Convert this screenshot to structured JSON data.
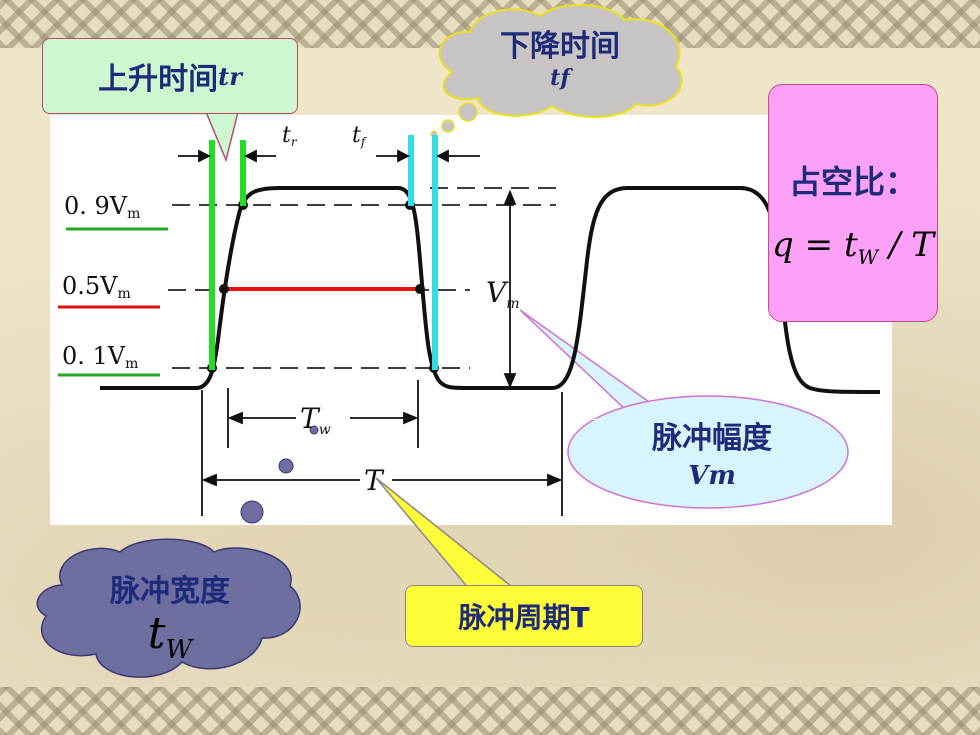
{
  "rise_time": {
    "label": "上升时间",
    "symbol": "tr"
  },
  "fall_time": {
    "label": "下降时间",
    "symbol": "tf"
  },
  "duty_cycle": {
    "label": "占空比：",
    "formula_lhs": "q",
    "formula_eq": "=",
    "formula_t": "t",
    "formula_sub": "W",
    "formula_rest": "/ T"
  },
  "amplitude": {
    "label": "脉冲幅度",
    "symbol": "Vm"
  },
  "pulse_width": {
    "label": "脉冲宽度",
    "symbol_t": "t",
    "symbol_sub": "W"
  },
  "pulse_period": {
    "label": "脉冲周期T"
  },
  "diagram_labels": {
    "level_90_num": "0. 9V",
    "level_50_num": "0.5V",
    "level_10_num": "0. 1V",
    "level_sub": "m",
    "tr_label": "t",
    "tr_sub": "r",
    "tf_label": "t",
    "tf_sub": "f",
    "vm_label": "V",
    "vm_sub": "m",
    "tw_label": "T",
    "tw_sub": "w",
    "period_label": "T"
  },
  "colors": {
    "rise_marker": "#22dd22",
    "fall_marker": "#33dde8",
    "half_level_line": "#ee1111",
    "green_underline": "#22aa22",
    "red_underline": "#dd1111",
    "callout_text": "#1e2a7a"
  }
}
